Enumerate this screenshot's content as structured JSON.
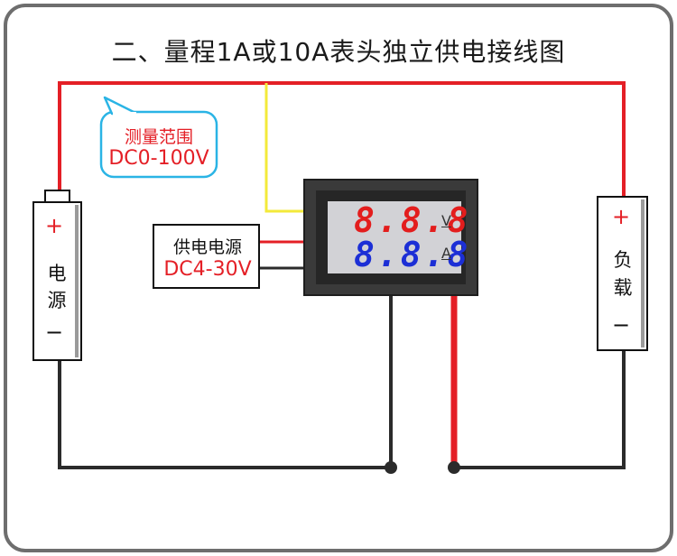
{
  "title": "二、量程1A或10A表头独立供电接线图",
  "range_label": {
    "line1": "测量范围",
    "line2": "DC0-100V"
  },
  "supply_label": {
    "line1": "供电电源",
    "line2": "DC4-30V"
  },
  "meter": {
    "voltage_digits": "8.8.8",
    "current_digits": "8.8.8",
    "voltage_unit": "V",
    "current_unit": "A"
  },
  "battery": {
    "plus": "+",
    "minus": "−",
    "char1": "电",
    "char2": "源"
  },
  "load": {
    "plus": "+",
    "minus": "−",
    "char1": "负",
    "char2": "载"
  },
  "colors": {
    "frame": "#6e6e6e",
    "background": "#ffffff",
    "positive_wire": "#e41f26",
    "negative_wire": "#2b2b2b",
    "sense_wire": "#f3ea3a",
    "callout_border": "#2ab4e5",
    "meter_body": "#3a3a3a",
    "display": "#d2d2d6",
    "voltage_digits": "#e31d1d",
    "current_digits": "#1c2fd6"
  }
}
